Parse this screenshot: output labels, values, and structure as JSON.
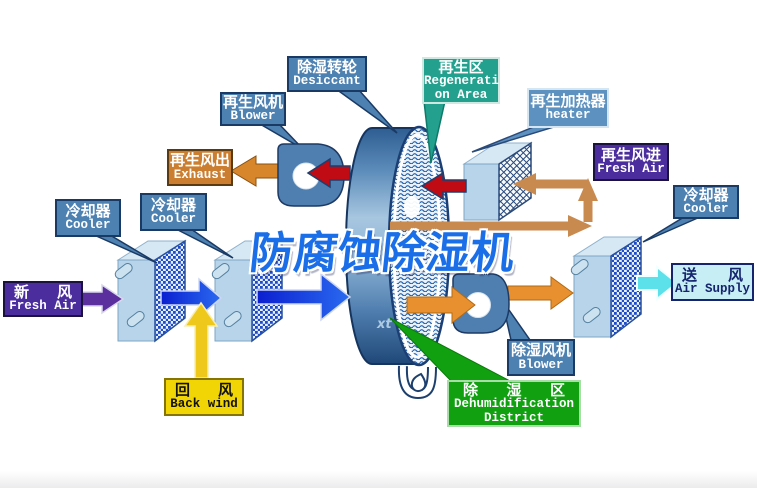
{
  "watermark": "防腐蚀除湿机",
  "wheel_mark": "xt",
  "labels": {
    "desiccant": {
      "zh": "除湿转轮",
      "en": "Desiccant"
    },
    "regen_blower": {
      "zh": "再生风机",
      "en": "Blower"
    },
    "regen_area": {
      "zh": "再生区",
      "en1": "Regenerati",
      "en2": "on Area"
    },
    "regen_heater": {
      "zh": "再生加热器",
      "en": "heater"
    },
    "exhaust": {
      "zh": "再生风出",
      "en": "Exhaust"
    },
    "regen_fresh_air": {
      "zh": "再生风进",
      "en": "Fresh Air"
    },
    "cooler": {
      "zh": "冷却器",
      "en": "Cooler"
    },
    "fresh_air": {
      "zh": "新风",
      "en": "Fresh Air"
    },
    "back_wind": {
      "zh": "回风",
      "en": "Back wind"
    },
    "air_supply": {
      "zh": "送风",
      "en": "Air Supply"
    },
    "dehumid_blower": {
      "zh": "除湿风机",
      "en": "Blower"
    },
    "dehumid_area": {
      "zh": "除湿区",
      "en1": "Dehumidification",
      "en2": "District"
    }
  },
  "colors": {
    "label_steel": "#4d81b2",
    "label_teal": "#23a18e",
    "label_purple": "#4b2d9e",
    "label_orange": "#cb7e2f",
    "label_yellow": "#f2d505",
    "label_cyan": "#c6eef4",
    "label_green": "#10a010",
    "watermark_blue": "#1a6fe8",
    "arrow_red": "#c00a14",
    "arrow_orange": "#e89030",
    "arrow_tan": "#c98a50",
    "arrow_blue": "#1535e0",
    "arrow_cyan": "#5ce0ea",
    "arrow_yellow": "#eec81a",
    "arrow_purple": "#5b2f9e",
    "machine_blue": "#4e7fb0"
  }
}
